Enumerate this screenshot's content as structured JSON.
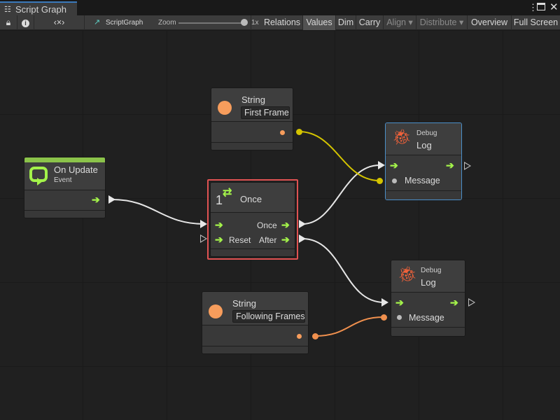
{
  "window": {
    "tab_title": "Script Graph",
    "menu_icon": "kebab-icon",
    "maximize_icon": "maximize-icon",
    "close_icon": "close-icon"
  },
  "toolbar": {
    "lock_icon": "lock-icon",
    "info_icon": "info-icon",
    "embed_label": "‹×›",
    "graph_name": "ScriptGraph",
    "zoom_label": "Zoom",
    "zoom_value": "1x",
    "zoom_level": 1,
    "buttons": [
      {
        "label": "Relations",
        "active": false,
        "enabled": true
      },
      {
        "label": "Values",
        "active": true,
        "enabled": true
      },
      {
        "label": "Dim",
        "active": false,
        "enabled": true
      },
      {
        "label": "Carry",
        "active": false,
        "enabled": true
      },
      {
        "label": "Align ▾",
        "active": false,
        "enabled": false
      },
      {
        "label": "Distribute ▾",
        "active": false,
        "enabled": false
      },
      {
        "label": "Overview",
        "active": false,
        "enabled": true
      },
      {
        "label": "Full Screen",
        "active": false,
        "enabled": true
      }
    ]
  },
  "nodes": {
    "on_update": {
      "title": "On Update",
      "subtitle": "Event",
      "color": "#8bc34a"
    },
    "once": {
      "count": "1",
      "title": "Once",
      "out_once": "Once",
      "in_reset": "Reset",
      "out_after": "After",
      "selected_color": "#e05252"
    },
    "string1": {
      "title": "String",
      "value": "First Frame",
      "port_color": "#f79d5c"
    },
    "string2": {
      "title": "String",
      "value": "Following Frames",
      "port_color": "#f79d5c"
    },
    "debug1": {
      "category": "Debug",
      "title": "Log",
      "input": "Message"
    },
    "debug2": {
      "category": "Debug",
      "title": "Log",
      "input": "Message"
    }
  },
  "colors": {
    "flow": "#a3f24a",
    "string_wire_1": "#d4c400",
    "string_wire_2": "#f0904e",
    "bug": "#f2623a",
    "selection": "#e05252",
    "debug1_border": "#4b8fc9"
  }
}
